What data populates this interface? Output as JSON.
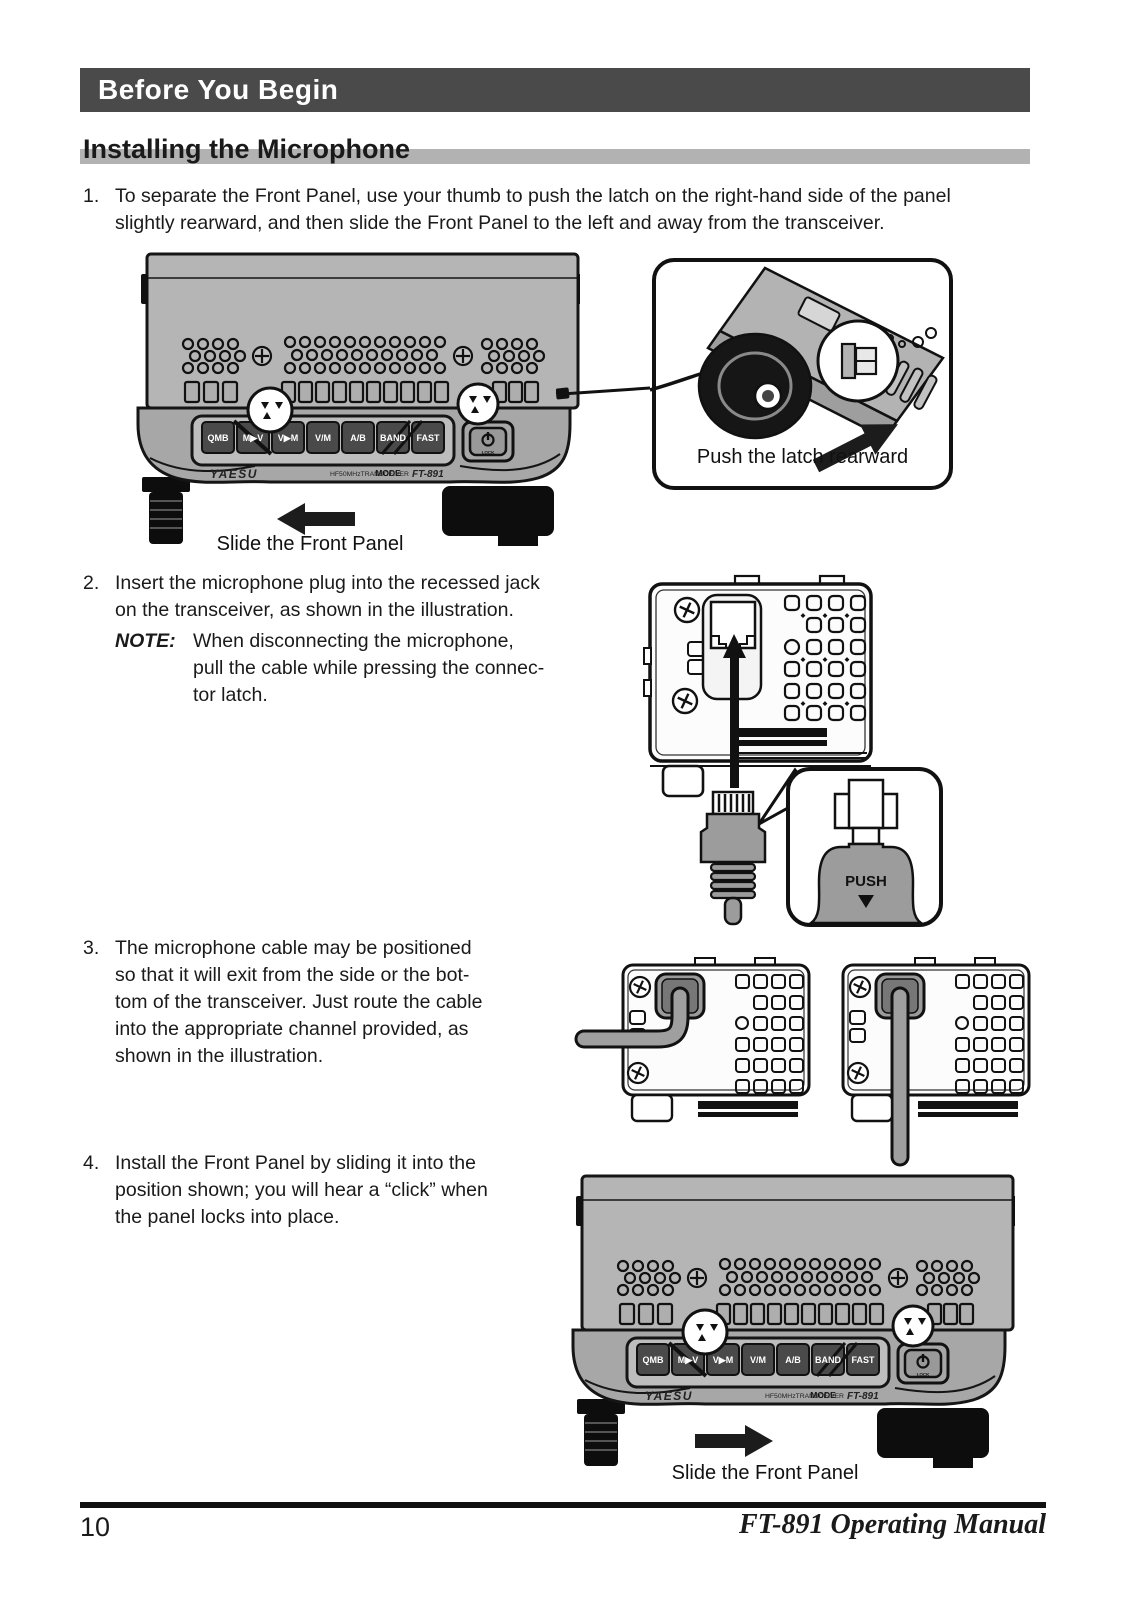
{
  "header": {
    "title": "Before You Begin"
  },
  "section": {
    "title": "Installing the Microphone"
  },
  "steps": {
    "s1": {
      "num": "1.",
      "lines": [
        "To separate the Front Panel, use your thumb to push the latch on the right-hand side of the panel",
        "slightly rearward, and then slide the Front Panel to the left and away from the transceiver."
      ]
    },
    "s2": {
      "num": "2.",
      "lines": [
        "Insert the microphone plug into the recessed jack",
        "on the transceiver, as shown in the illustration."
      ],
      "note": {
        "label": "NOTE:",
        "lines": [
          "When disconnecting the microphone,",
          "pull the cable while pressing the connec-",
          "tor latch."
        ]
      }
    },
    "s3": {
      "num": "3.",
      "lines": [
        "The microphone cable may be positioned",
        "so that it will exit from the side or the bot-",
        "tom of the transceiver. Just route the cable",
        "into the appropriate channel provided, as",
        "shown in the illustration."
      ]
    },
    "s4": {
      "num": "4.",
      "lines": [
        "Install the Front Panel by sliding it into the",
        "position shown; you will hear a “click” when",
        "the panel locks into place."
      ]
    }
  },
  "figures": {
    "fig1": {
      "caption": "Slide the Front Panel"
    },
    "fig2": {
      "caption": "Push the latch rearward"
    },
    "fig3": {
      "push_label": "PUSH"
    },
    "fig5": {
      "caption": "Slide the Front Panel"
    }
  },
  "radio": {
    "buttons": [
      "QMB",
      "M▶V",
      "V▶M",
      "V/M",
      "A/B",
      "BAND",
      "FAST"
    ],
    "mode_label": "MODE",
    "brand": "YAESU",
    "model_line": "HF50MHzTRANSCEIVER",
    "model": "FT-891",
    "lock_label": "LOCK"
  },
  "footer": {
    "page_number": "10",
    "manual_title": "FT-891 Operating Manual"
  },
  "colors": {
    "header_bar": "#4a4a4a",
    "heading_bar": "#b2b2b2",
    "radio_body": "#b5b5b5",
    "radio_panel": "#a7a7a7",
    "button": "#4a4a4a",
    "cable": "#9f9f9f",
    "callout_gray": "#9c9c9c",
    "text": "#1a1a1a"
  }
}
